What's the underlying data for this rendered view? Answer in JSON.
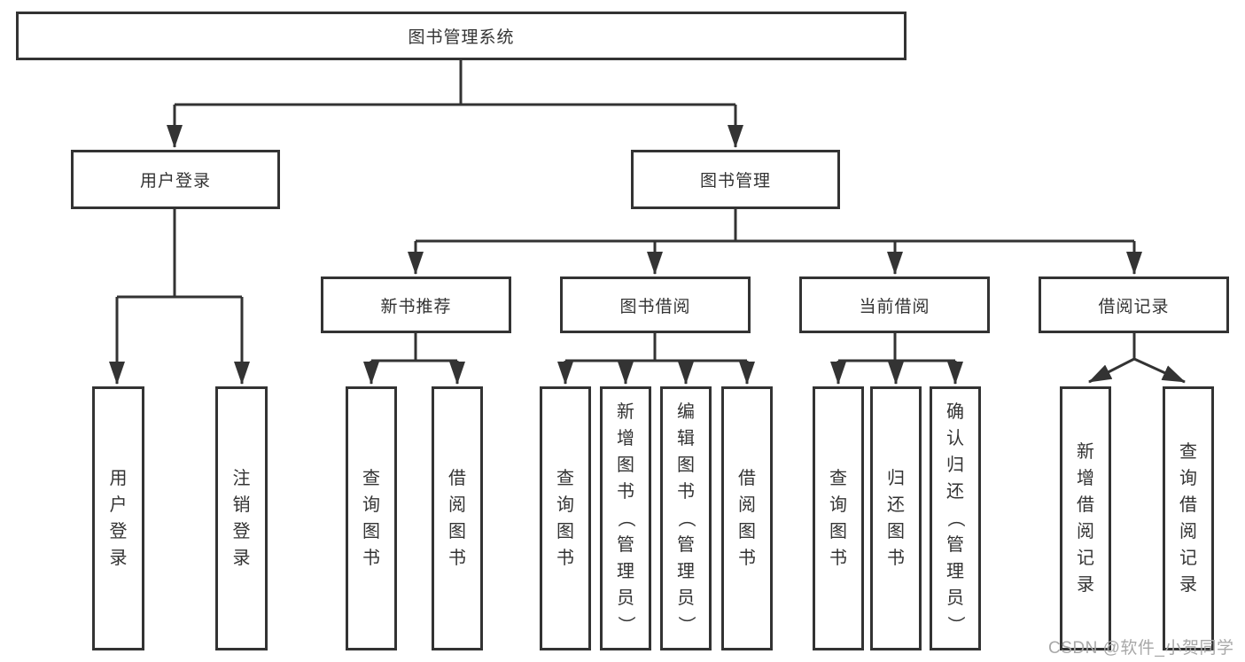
{
  "tree": {
    "root": {
      "label": "图书管理系统"
    },
    "children": [
      {
        "label": "用户登录",
        "children": [
          {
            "label": "用户登录"
          },
          {
            "label": "注销登录"
          }
        ]
      },
      {
        "label": "图书管理",
        "children": [
          {
            "label": "新书推荐",
            "children": [
              {
                "label": "查询图书"
              },
              {
                "label": "借阅图书"
              }
            ]
          },
          {
            "label": "图书借阅",
            "children": [
              {
                "label": "查询图书"
              },
              {
                "label": "新增图书（管理员）"
              },
              {
                "label": "编辑图书（管理员）"
              },
              {
                "label": "借阅图书"
              }
            ]
          },
          {
            "label": "当前借阅",
            "children": [
              {
                "label": "查询图书"
              },
              {
                "label": "归还图书"
              },
              {
                "label": "确认归还（管理员）"
              }
            ]
          },
          {
            "label": "借阅记录",
            "children": [
              {
                "label": "新增借阅记录"
              },
              {
                "label": "查询借阅记录"
              }
            ]
          }
        ]
      }
    ]
  },
  "watermark": {
    "label": "CSDN @软件_小贺同学"
  },
  "colors": {
    "line": "#333333",
    "text": "#333333",
    "watermark": "#a8a8a8",
    "background": "#ffffff"
  }
}
